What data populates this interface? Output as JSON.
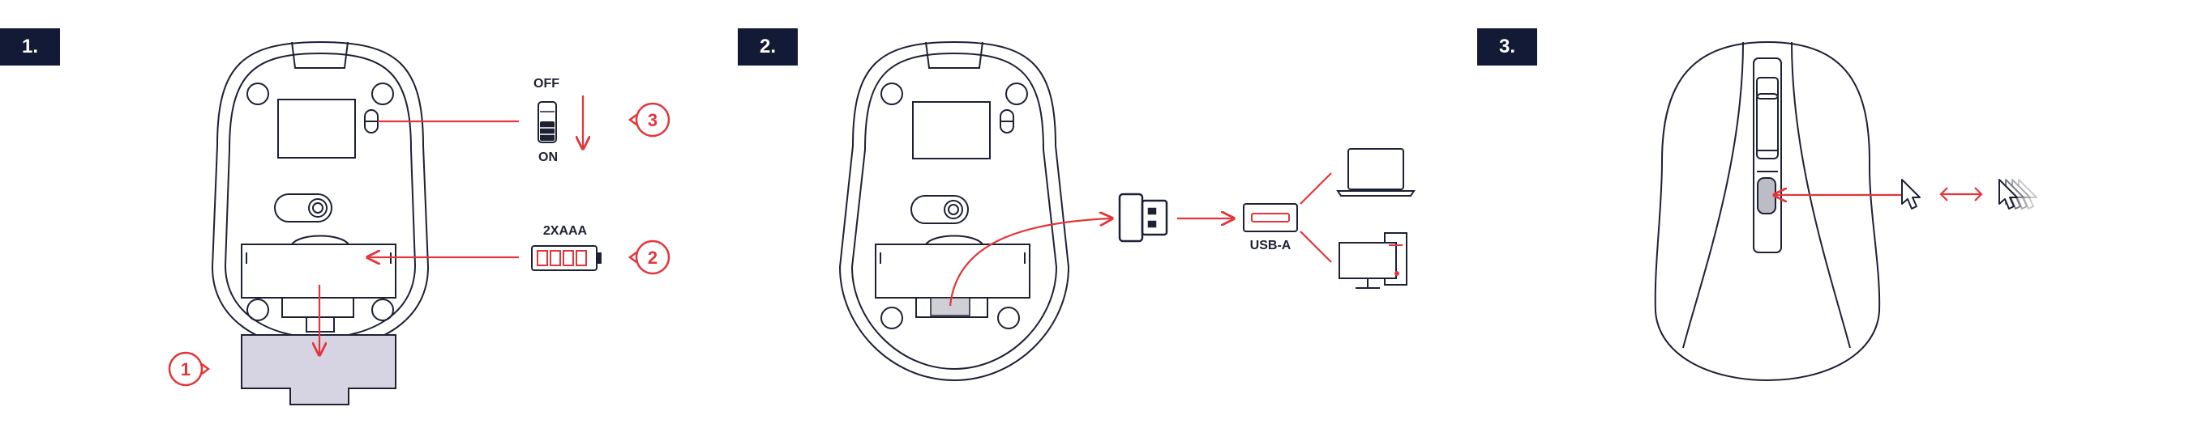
{
  "steps": [
    {
      "label": "1."
    },
    {
      "label": "2."
    },
    {
      "label": "3."
    }
  ],
  "step1": {
    "switch_off_label": "OFF",
    "switch_on_label": "ON",
    "battery_label": "2XAAA",
    "callouts": [
      "1",
      "2",
      "3"
    ]
  },
  "step2": {
    "port_label": "USB-A"
  },
  "colors": {
    "accent": "#e2363b",
    "badge_bg": "#131a35",
    "line": "#1d2133",
    "cover_fill": "#d6d3e2",
    "receiver_slot_fill": "#cfcfd6"
  },
  "icons": [
    "mouse-bottom-view",
    "battery-cover",
    "power-switch",
    "battery-icon",
    "usb-receiver-icon",
    "usb-a-port-icon",
    "laptop-icon",
    "desktop-computer-icon",
    "mouse-top-view",
    "dpi-button",
    "cursor-icon",
    "double-arrow-icon",
    "fast-cursor-icon"
  ]
}
